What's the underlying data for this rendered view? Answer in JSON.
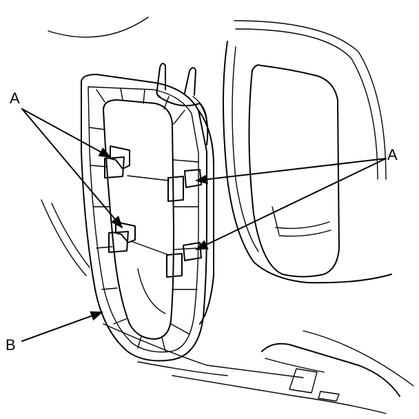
{
  "callouts": {
    "clip_label_left": "A",
    "clip_label_right": "A",
    "frame_label": "B"
  }
}
